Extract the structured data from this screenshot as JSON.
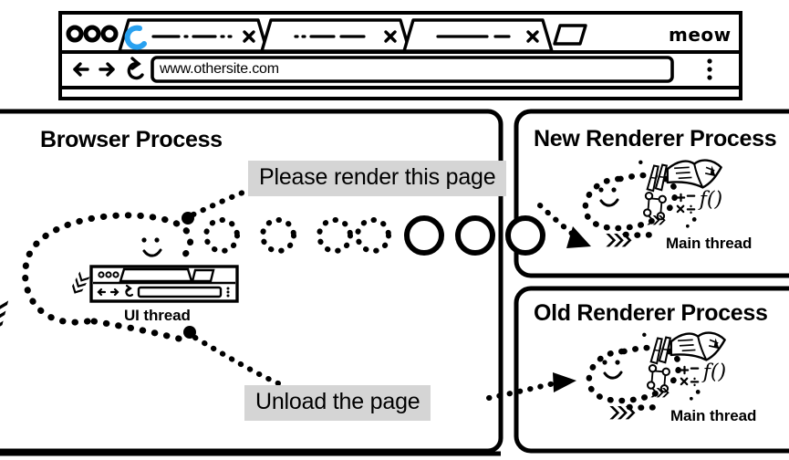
{
  "browser_window": {
    "brand_label": "meow",
    "tabs": [
      {
        "name": "tab-loading",
        "favicon": "blue-spinner-icon",
        "title_placeholder": "—·—··",
        "close_icon": "close-icon",
        "active": true
      },
      {
        "name": "tab-two",
        "favicon": "none",
        "title_placeholder": "··—— ——",
        "close_icon": "close-icon",
        "active": false
      },
      {
        "name": "tab-three",
        "favicon": "none",
        "title_placeholder": "——— —",
        "close_icon": "close-icon",
        "active": false
      }
    ],
    "new_tab_button": "new-tab-icon",
    "window_controls": [
      "dot",
      "dot",
      "dot"
    ],
    "toolbar": {
      "back_icon": "back-arrow-icon",
      "forward_icon": "forward-arrow-icon",
      "reload_icon": "reload-icon",
      "menu_icon": "kebab-menu-icon",
      "address_value": "www.othersite.com"
    },
    "spinner_color": "#29a1f0"
  },
  "panels": {
    "browser_process": {
      "title": "Browser Process",
      "ui_thread_label": "UI thread",
      "ui_thread_icon": "mini-browser-window-icon",
      "face_icon": "smiley-face-icon",
      "chevron_icon": "chevron-arrows-icon",
      "circles": [
        {
          "style": "dotted"
        },
        {
          "style": "dotted"
        },
        {
          "style": "dotted"
        },
        {
          "style": "dotted"
        },
        {
          "style": "solid"
        },
        {
          "style": "solid"
        },
        {
          "style": "solid"
        }
      ]
    },
    "new_renderer": {
      "title": "New Renderer Process",
      "main_thread_label": "Main thread",
      "face_icon": "smiley-face-icon",
      "tools_icon": "book-and-pencils-icon",
      "chevron_icon": "chevron-arrows-icon"
    },
    "old_renderer": {
      "title": "Old Renderer Process",
      "main_thread_label": "Main thread",
      "face_icon": "smiley-face-icon",
      "tools_icon": "book-and-pencils-icon",
      "chevron_icon": "chevron-arrows-icon"
    }
  },
  "messages": {
    "render_request": "Please render this page",
    "unload_request": "Unload the page"
  },
  "colors": {
    "ink": "#000000",
    "label_background": "#d5d5d5",
    "spinner_blue": "#29a1f0",
    "page_background": "#ffffff"
  }
}
